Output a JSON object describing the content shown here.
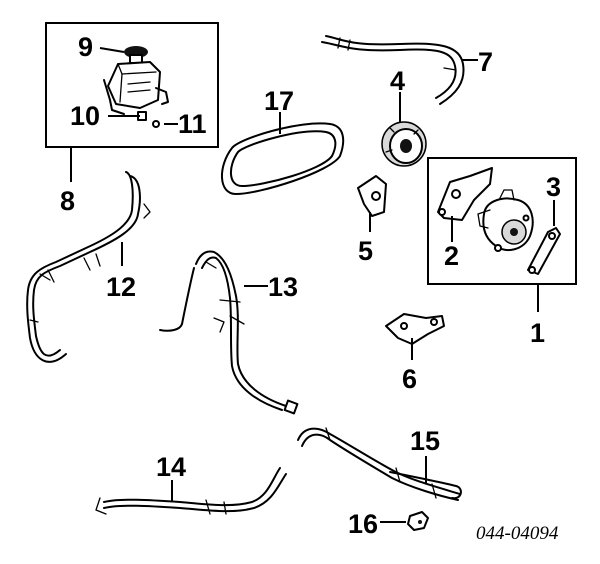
{
  "diagram": {
    "callouts": {
      "c1": "1",
      "c2": "2",
      "c3": "3",
      "c4": "4",
      "c5": "5",
      "c6": "6",
      "c7": "7",
      "c8": "8",
      "c9": "9",
      "c10": "10",
      "c11": "11",
      "c12": "12",
      "c13": "13",
      "c14": "14",
      "c15": "15",
      "c16": "16",
      "c17": "17"
    },
    "figure_code": "044-04094"
  }
}
